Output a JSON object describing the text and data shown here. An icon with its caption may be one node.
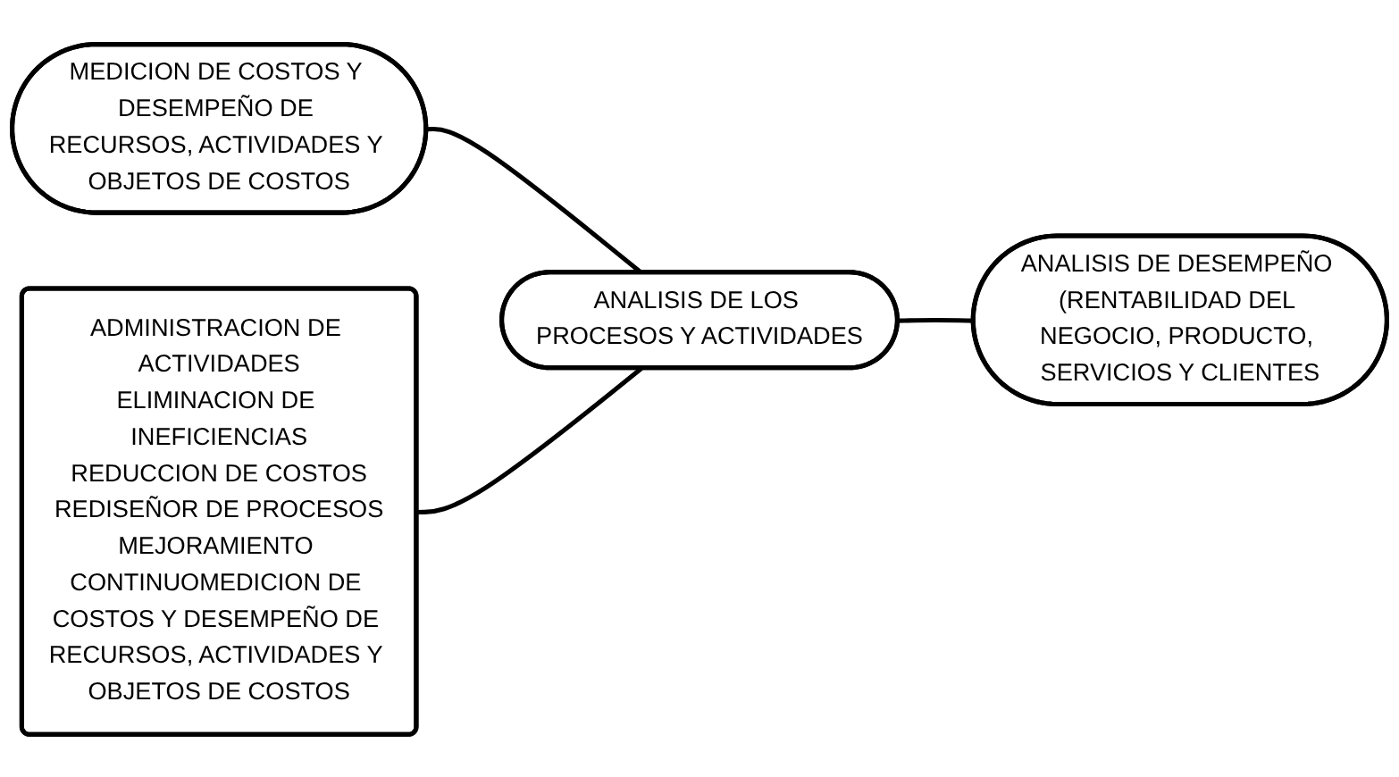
{
  "diagram": {
    "nodes": [
      {
        "text": [
          "MEDICION DE COSTOS Y DESEMPEÑO DE RECURSOS, ACTIVIDADES Y OBJETOS DE COSTOS"
        ]
      },
      {
        "text": [
          "ADMINISTRACION DE ACTIVIDADES",
          "ELIMINACION DE INEFICIENCIAS",
          "REDUCCION DE COSTOS",
          "REDISEÑOR DE PROCESOS",
          "MEJORAMIENTO CONTINUOMEDICION DE COSTOS Y DESEMPEÑO DE RECURSOS, ACTIVIDADES Y OBJETOS DE COSTOS"
        ]
      },
      {
        "text": [
          "ANALISIS DE LOS PROCESOS Y ACTIVIDADES"
        ]
      },
      {
        "text": [
          "ANALISIS DE DESEMPEÑO (RENTABILIDAD DEL NEGOCIO, PRODUCTO, SERVICIOS Y CLIENTES"
        ]
      }
    ],
    "edges": [
      {
        "from": 0,
        "to": 2,
        "arrow": "none"
      },
      {
        "from": 1,
        "to": 2,
        "arrow": "none"
      },
      {
        "from": 2,
        "to": 3,
        "arrow": "none"
      }
    ]
  }
}
